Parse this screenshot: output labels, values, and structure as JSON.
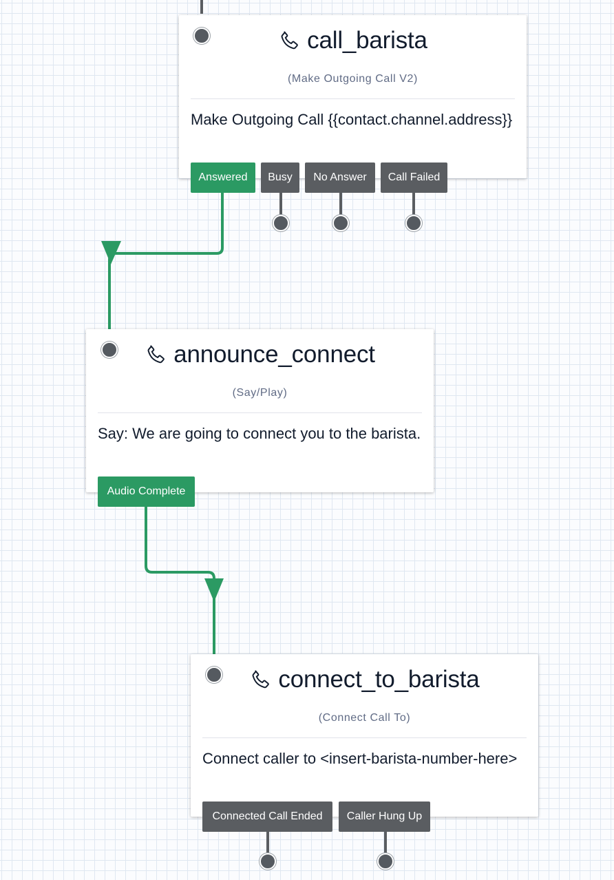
{
  "widgets": {
    "call_barista": {
      "title": "call_barista",
      "subtitle": "(Make Outgoing Call V2)",
      "body": "Make Outgoing Call {{contact.channel.address}}",
      "transitions": [
        "Answered",
        "Busy",
        "No Answer",
        "Call Failed"
      ]
    },
    "announce_connect": {
      "title": "announce_connect",
      "subtitle": "(Say/Play)",
      "body": "Say: We are going to connect you to the barista.",
      "transitions": [
        "Audio Complete"
      ]
    },
    "connect_to_barista": {
      "title": "connect_to_barista",
      "subtitle": "(Connect Call To)",
      "body": "Connect caller to <insert-barista-number-here>",
      "transitions": [
        "Connected Call Ended",
        "Caller Hung Up"
      ]
    }
  },
  "colors": {
    "connected_transition": "#2b9a63",
    "unconnected_transition": "#5a5d61",
    "title_text": "#121c2d"
  },
  "icons": {
    "widget_type": "phone-icon"
  }
}
